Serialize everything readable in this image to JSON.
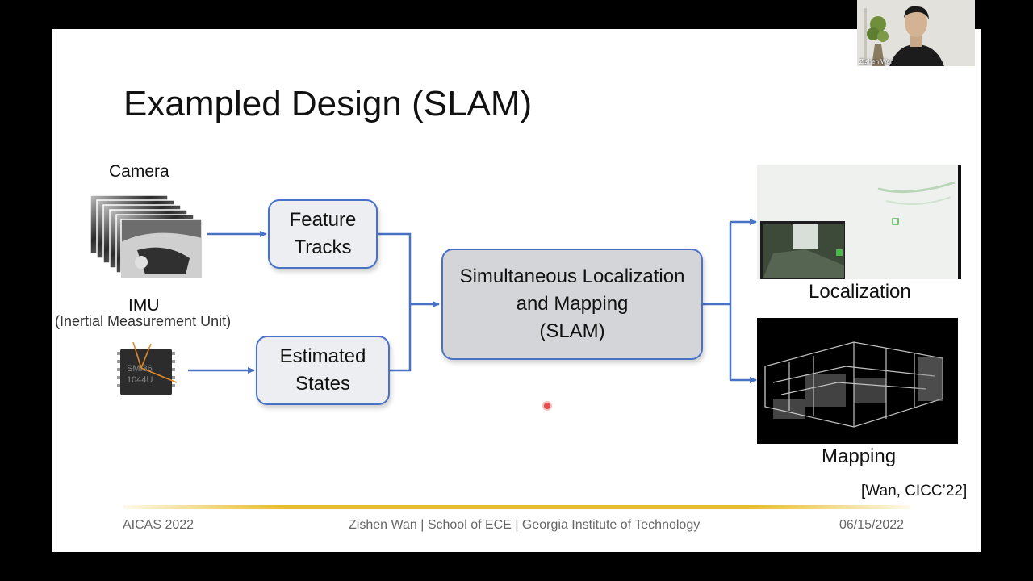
{
  "slide": {
    "title": "Exampled Design (SLAM)",
    "inputs": {
      "camera_label": "Camera",
      "imu_label": "IMU",
      "imu_subtitle": "(Inertial Measurement Unit)",
      "chip_text_line1": "SMI36",
      "chip_text_line2": "1044U"
    },
    "boxes": {
      "feature_tracks": [
        "Feature",
        "Tracks"
      ],
      "estimated_states": [
        "Estimated",
        "States"
      ],
      "slam": [
        "Simultaneous Localization",
        "and Mapping",
        "(SLAM)"
      ]
    },
    "outputs": {
      "localization_label": "Localization",
      "mapping_label": "Mapping"
    },
    "citation": "[Wan, CICC’22]",
    "footer": {
      "left": "AICAS 2022",
      "center": "Zishen Wan | School of ECE | Georgia Institute of Technology",
      "right": "06/15/2022"
    }
  },
  "webcam": {
    "name": "Zishen Wan"
  },
  "colors": {
    "box_border": "#4a72c4",
    "arrow": "#4a72c4",
    "accent_line": "#e6bd2c"
  }
}
